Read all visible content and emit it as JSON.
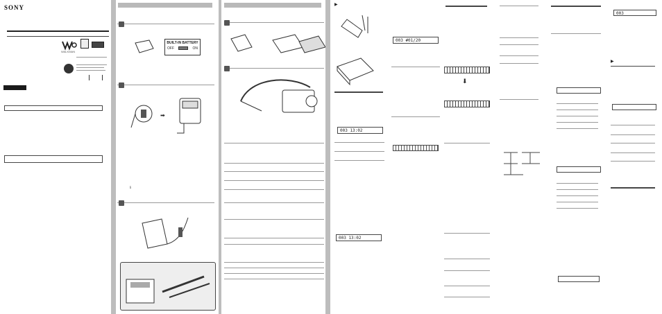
{
  "brand": {
    "name": "SONY",
    "logo": "walkman-logo",
    "product_line": "WALKMAN"
  },
  "battery_label": {
    "title": "BUILT-IN BATTERY",
    "off": "OFF",
    "on": "ON"
  },
  "lcd": {
    "track_time_a": "003  13:02",
    "track_time_b": "003  13:02",
    "track_count": "003 #01/20",
    "top_right": "003"
  },
  "colors": {
    "gutter": "#bdbdbd",
    "header_bar": "#b9b9b9",
    "ink": "#444444",
    "black_tab": "#1a1a1a"
  },
  "icons": [
    "walkman-logo",
    "energy-star-icon",
    "recycle-icon",
    "headphone-icon",
    "remote-control-icon",
    "battery-icon",
    "disc-icon"
  ]
}
